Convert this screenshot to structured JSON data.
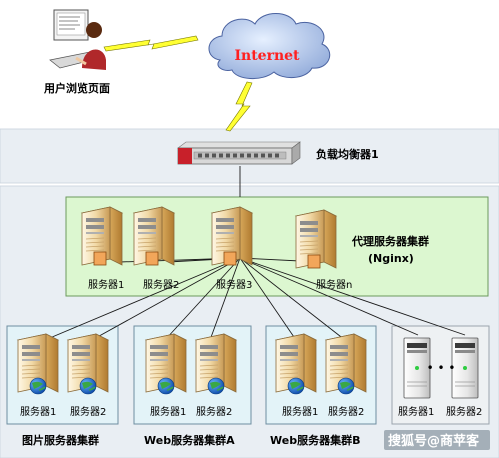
{
  "top": {
    "user_label": "用户浏览页面",
    "internet_label": "Internet"
  },
  "lb": {
    "label": "负载均衡器1"
  },
  "proxy_cluster": {
    "label_line1": "代理服务器集群",
    "label_line2": "(Nginx)",
    "servers": [
      "服务器1",
      "服务器2",
      "服务器3",
      "服务器n"
    ]
  },
  "clusters": [
    {
      "label": "图片服务器集群",
      "servers": [
        "服务器1",
        "服务器2"
      ]
    },
    {
      "label": "Web服务器集群A",
      "servers": [
        "服务器1",
        "服务器2"
      ]
    },
    {
      "label": "Web服务器集群B",
      "servers": [
        "服务器1",
        "服务器2"
      ]
    },
    {
      "label": "",
      "servers": [
        "服务器1",
        "服务器2"
      ],
      "ellipsis": "• • •"
    }
  ],
  "watermark": "搜狐号@商苹客",
  "colors": {
    "band": "#e9eef3",
    "proxy_box": "#dcf7d0",
    "cluster_box": "#e3f3f8",
    "lightning": "#ffff33",
    "internet_text": "#ff2020",
    "lb_red": "#c8202a"
  }
}
